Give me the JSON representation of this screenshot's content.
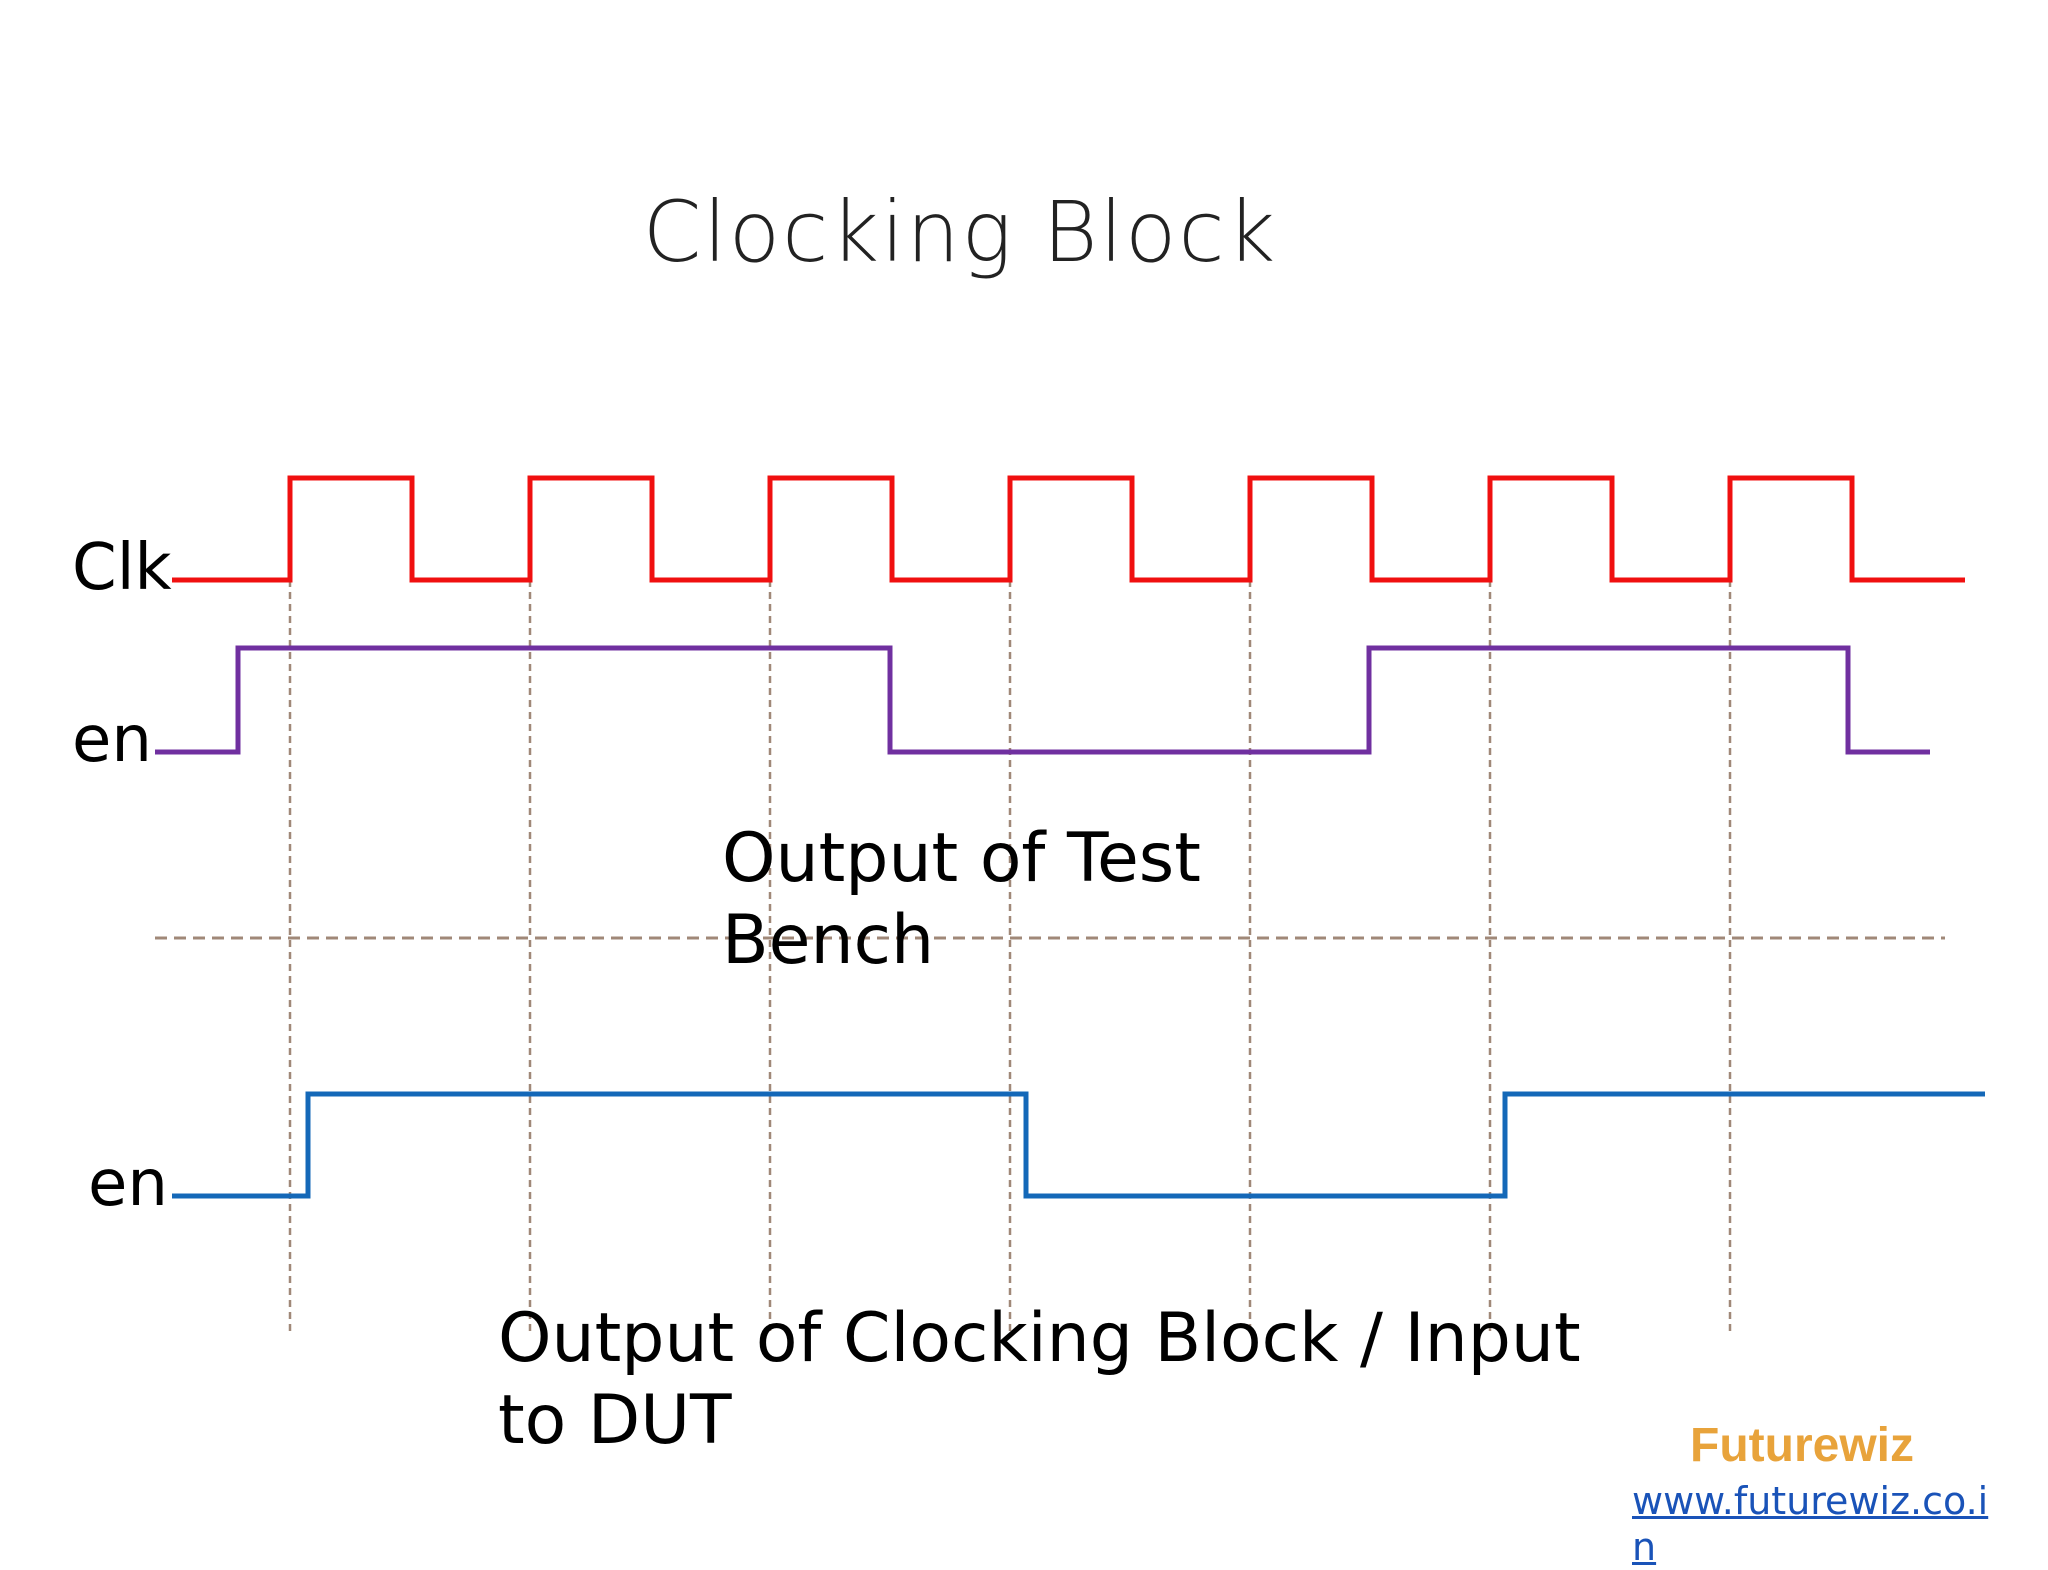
{
  "slide": {
    "title": "Clocking Block"
  },
  "signals": {
    "clk_label": "Clk",
    "en_tb_label": "en",
    "en_dut_label": "en"
  },
  "captions": {
    "testbench_output": "Output of Test Bench",
    "clocking_block_output": "Output of Clocking Block / Input to DUT"
  },
  "branding": {
    "name": "Futurewiz",
    "url": "www.futurewiz.co.in"
  },
  "colors": {
    "clk": "#f01010",
    "en_tb": "#7030a0",
    "en_dut": "#1468b8",
    "guides": "#a08878",
    "brand": "#e8a33b",
    "link": "#1a53b8"
  }
}
